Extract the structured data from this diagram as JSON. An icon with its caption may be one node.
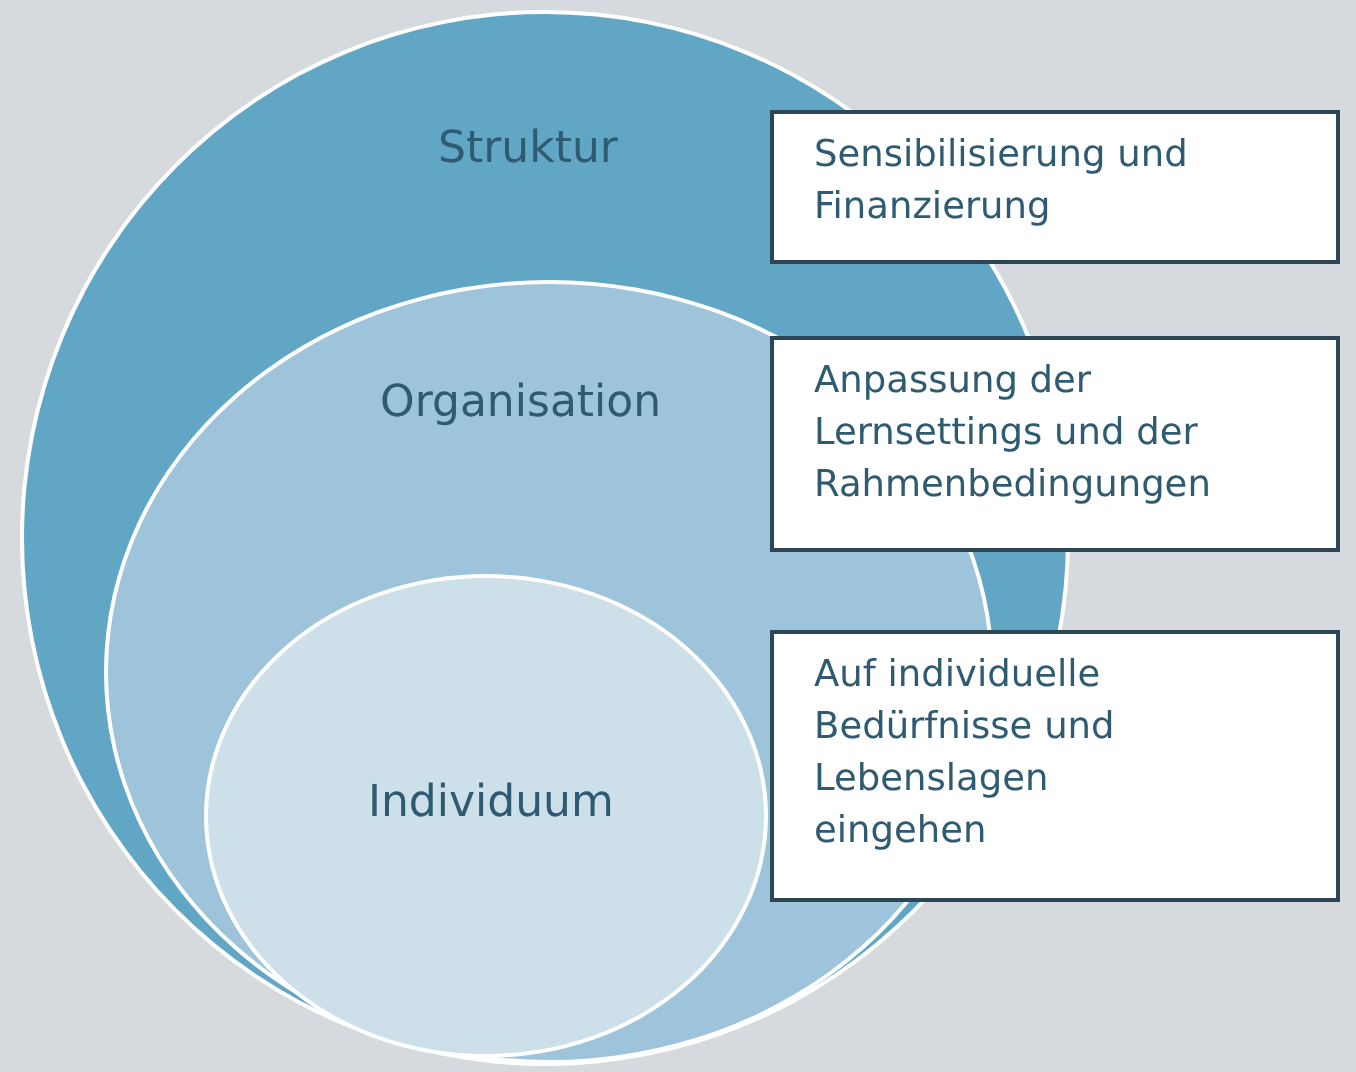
{
  "diagram": {
    "nodes": [
      {
        "text": [
          "Struktur"
        ]
      },
      {
        "text": [
          "Organisation"
        ],
        "in": 0
      },
      {
        "text": [
          "Individuum"
        ],
        "in": 1
      },
      {
        "text": [
          "Sensibilisierung und Finanzierung"
        ]
      },
      {
        "text": [
          "Anpassung der Lernsettings und der Rahmenbedingungen"
        ]
      },
      {
        "text": [
          "Auf individuelle Bedürfnisse und Lebenslagen eingehen"
        ]
      }
    ]
  }
}
